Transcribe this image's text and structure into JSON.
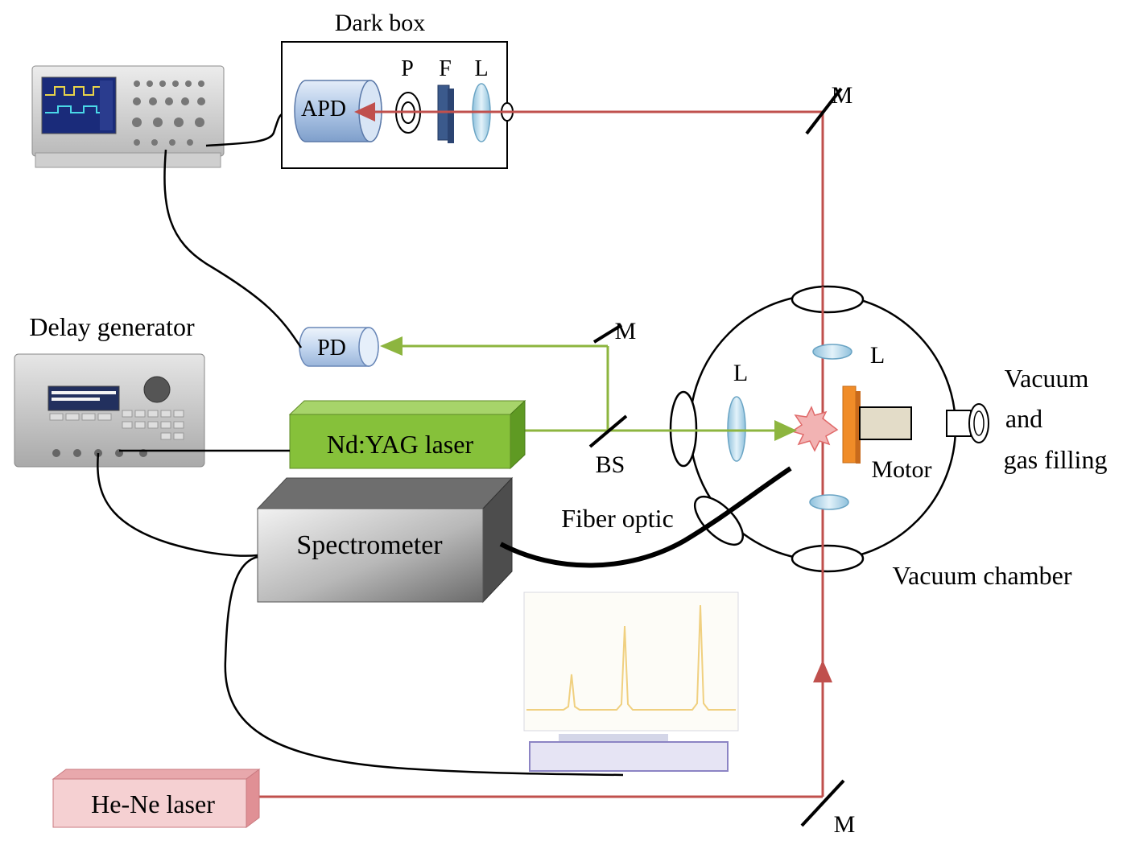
{
  "labels": {
    "dark_box": "Dark box",
    "apd": "APD",
    "polarizer": "P",
    "filter": "F",
    "lens_darkbox": "L",
    "mirror_top": "M",
    "mirror_mid": "M",
    "mirror_bottom": "M",
    "pd": "PD",
    "delay_generator": "Delay generator",
    "ndyag_laser": "Nd:YAG laser",
    "beam_splitter": "BS",
    "spectrometer": "Spectrometer",
    "fiber_optic": "Fiber optic",
    "lens_chamber_left": "L",
    "lens_chamber_top": "L",
    "motor": "Motor",
    "vacuum_line1": "Vacuum",
    "vacuum_line2": "and",
    "vacuum_line3": "gas filling",
    "vacuum_chamber": "Vacuum chamber",
    "hene_laser": "He-Ne laser"
  },
  "colors": {
    "hene_beam": "#c0504d",
    "yag_beam": "#8db53f",
    "yag_body": "#86c13a",
    "hene_body": "#f2c2c4",
    "spectrum_line": "#f0d080",
    "pd_body": "#c7dbf2",
    "apd_body": "#b8cdea",
    "filter": "#3b5a8c",
    "target": "#f08c28",
    "motor": "#e3dcc8"
  }
}
